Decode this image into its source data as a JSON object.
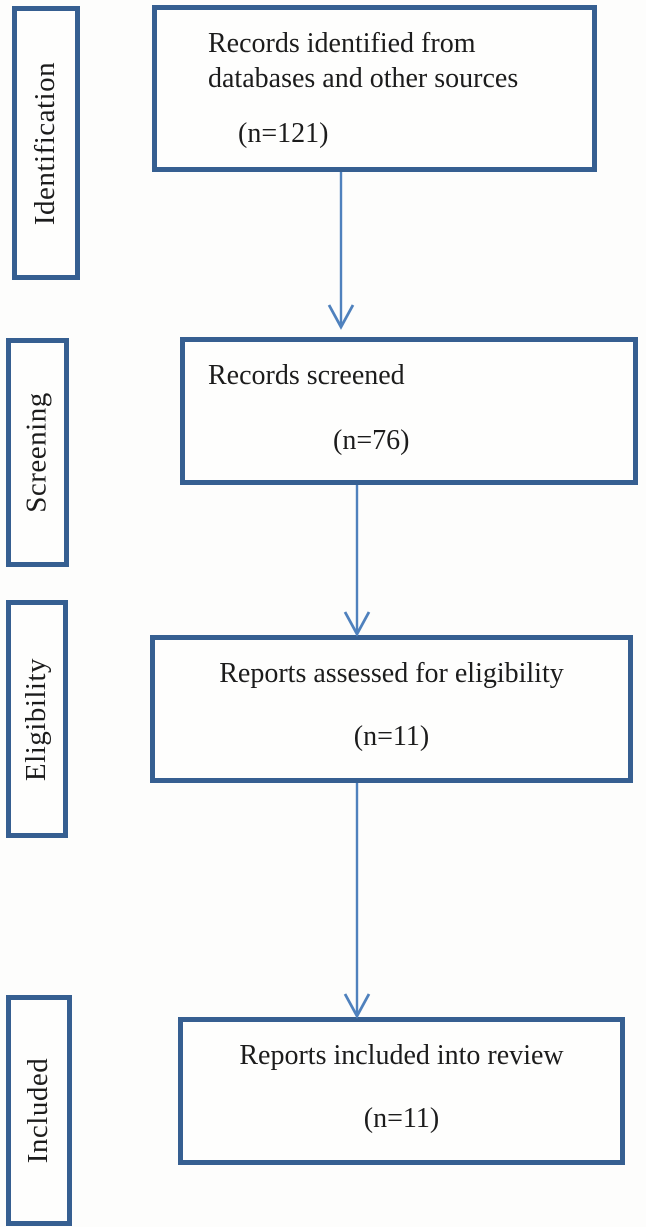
{
  "stages": [
    {
      "label": "Identification"
    },
    {
      "label": "Screening"
    },
    {
      "label": "Eligibility"
    },
    {
      "label": "Included"
    }
  ],
  "flow_boxes": [
    {
      "title": "Records identified from databases and other sources",
      "count": "(n=121)"
    },
    {
      "title": "Records screened",
      "count": "(n=76)"
    },
    {
      "title": "Reports assessed for eligibility",
      "count": "(n=11)"
    },
    {
      "title": "Reports included into review",
      "count": "(n=11)"
    }
  ],
  "colors": {
    "box_border": "#365f91",
    "arrow": "#4f81bd",
    "text": "#1c1c1c",
    "background": "#fdfdfc"
  }
}
